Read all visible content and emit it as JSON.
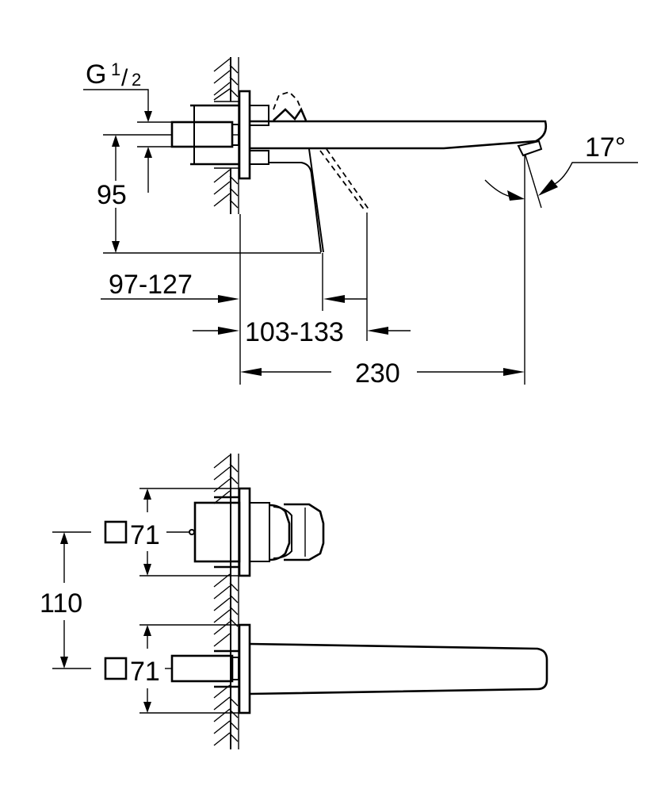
{
  "drawing": {
    "title": "Wall-mounted basin mixer - technical dimension drawing",
    "side_view": {
      "thread_label": "G",
      "thread_fraction_num": "1",
      "thread_fraction_slash": "/",
      "thread_fraction_den": "2",
      "height_dim": "95",
      "projection_handle_dim": "97-127",
      "projection_handle_open_dim": "103-133",
      "spout_length_dim": "230",
      "spout_angle_dim": "17°"
    },
    "front_view": {
      "square_symbol": "□",
      "cover_plate_size_top": "71",
      "cover_plate_size_bottom": "71",
      "center_distance_dim": "110"
    }
  }
}
